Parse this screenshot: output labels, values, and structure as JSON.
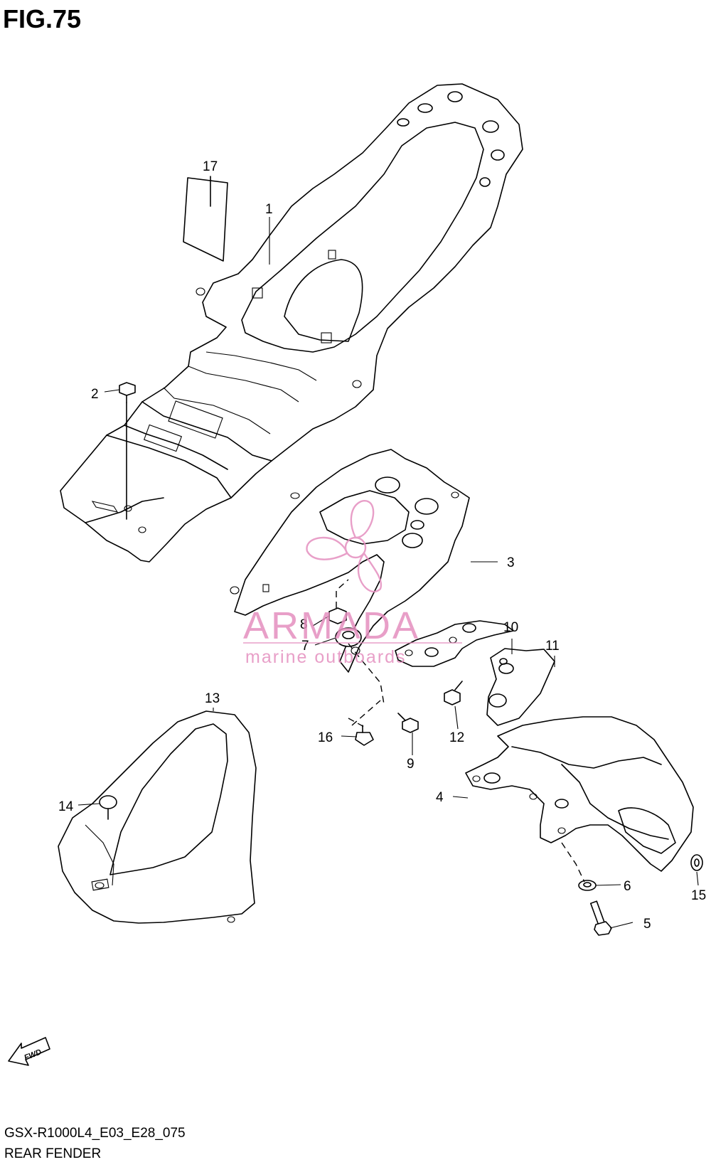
{
  "header": {
    "title": "FIG.75"
  },
  "footer": {
    "model_code": "GSX-R1000L4_E03_E28_075",
    "section_name": "REAR FENDER"
  },
  "watermark": {
    "brand": "ARMADA",
    "tagline": "marine outboards",
    "color": "#e58fbf",
    "icon": "propeller-logo-icon"
  },
  "direction_badge": {
    "label": "FWD",
    "icon": "arrow-left-icon"
  },
  "callouts": [
    {
      "id": "1",
      "label": "1"
    },
    {
      "id": "2",
      "label": "2"
    },
    {
      "id": "3",
      "label": "3"
    },
    {
      "id": "4",
      "label": "4"
    },
    {
      "id": "5",
      "label": "5"
    },
    {
      "id": "6",
      "label": "6"
    },
    {
      "id": "7",
      "label": "7"
    },
    {
      "id": "8",
      "label": "8"
    },
    {
      "id": "9",
      "label": "9"
    },
    {
      "id": "10",
      "label": "10"
    },
    {
      "id": "11",
      "label": "11"
    },
    {
      "id": "12",
      "label": "12"
    },
    {
      "id": "13",
      "label": "13"
    },
    {
      "id": "14",
      "label": "14"
    },
    {
      "id": "15",
      "label": "15"
    },
    {
      "id": "16",
      "label": "16"
    },
    {
      "id": "17",
      "label": "17"
    }
  ]
}
